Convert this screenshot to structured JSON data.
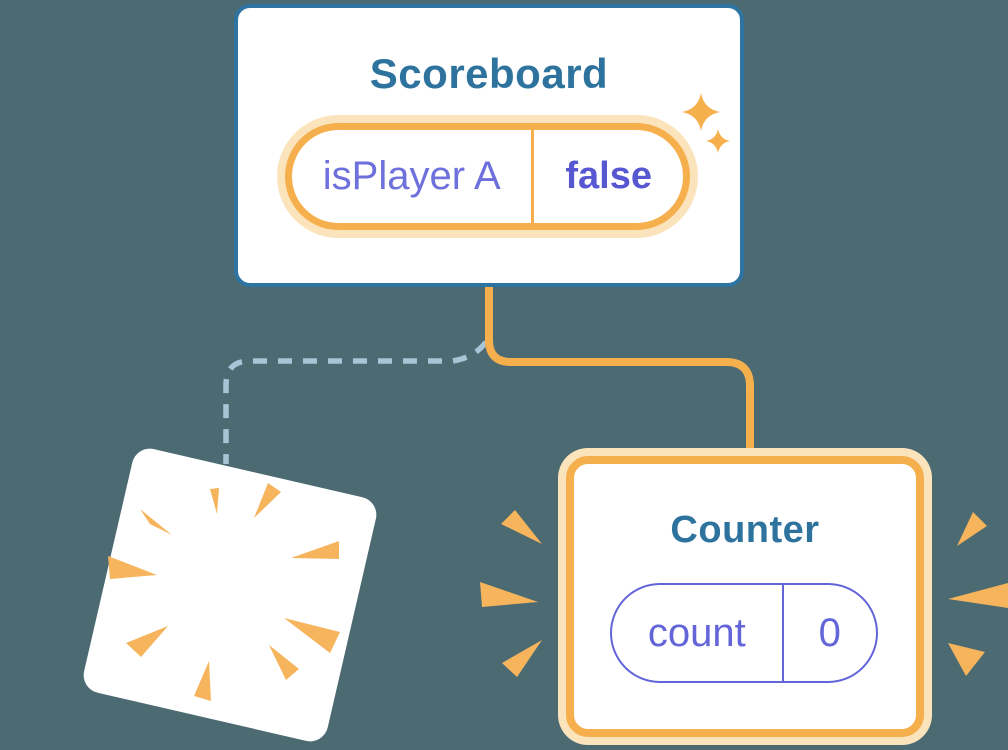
{
  "diagram": {
    "description": "React component tree state diagram",
    "edges": [
      {
        "from": "Scoreboard",
        "to": "Counter",
        "style": "solid"
      },
      {
        "from": "Scoreboard",
        "to": "removed-component",
        "style": "dashed"
      }
    ]
  },
  "scoreboard": {
    "title": "Scoreboard",
    "state": {
      "label": "isPlayer A",
      "value": "false"
    }
  },
  "counter": {
    "title": "Counter",
    "state": {
      "label": "count",
      "value": "0"
    }
  },
  "icons": {
    "sparkle": "sparkle-icon",
    "poof": "poof-burst-icon",
    "emphasis": "burst-rays-icon"
  },
  "colors": {
    "background": "#4C6A72",
    "card_border_blue": "#2E74A2",
    "title_blue": "#2E739E",
    "state_orange": "#F5AF4D",
    "state_glow": "#FBE4BC",
    "ray_orange": "#F6B45C",
    "purple_label": "#6E70DC",
    "purple_value": "#5757D1",
    "purple_pill": "#6365D9",
    "dashed_blue": "#A8C5D8"
  }
}
